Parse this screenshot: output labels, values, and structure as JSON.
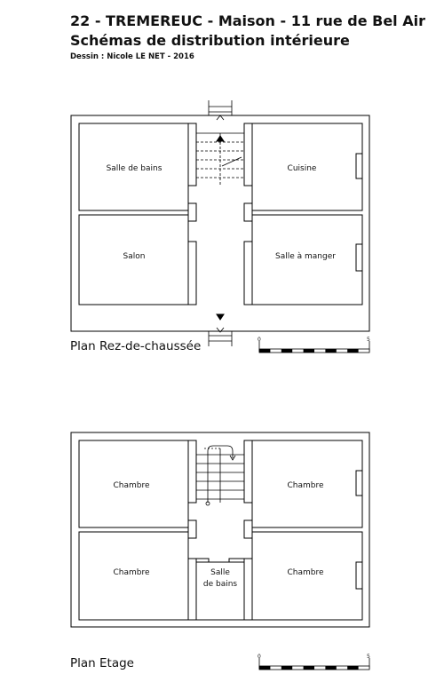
{
  "header": {
    "title": "22 - TREMEREUC - Maison - 11 rue de Bel Air",
    "subtitle": "Schémas de distribution intérieure",
    "credit": "Dessin : Nicole LE NET - 2016"
  },
  "plans": {
    "ground": {
      "label": "Plan Rez-de-chaussée",
      "rooms": {
        "top_left": "Salle de bains",
        "top_right": "Cuisine",
        "bottom_left": "Salon",
        "bottom_right": "Salle à manger"
      },
      "scale": {
        "start": "0",
        "end": "5"
      }
    },
    "upper": {
      "label": "Plan Etage",
      "rooms": {
        "top_left": "Chambre",
        "top_right": "Chambre",
        "bottom_left": "Chambre",
        "bottom_center_line1": "Salle",
        "bottom_center_line2": "de bains",
        "bottom_right": "Chambre"
      },
      "scale": {
        "start": "0",
        "end": "5"
      }
    }
  }
}
